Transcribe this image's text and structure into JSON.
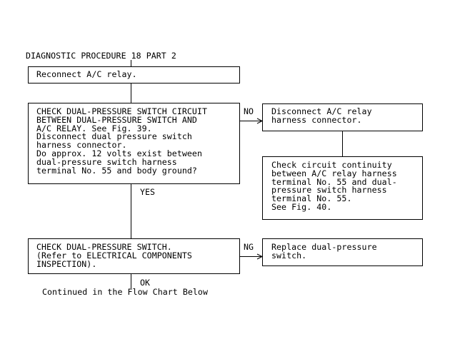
{
  "title": "DIAGNOSTIC PROCEDURE 18 PART 2",
  "steps": {
    "reconnect": [
      "Reconnect A/C relay."
    ],
    "check_circuit": [
      "CHECK DUAL-PRESSURE SWITCH CIRCUIT",
      "BETWEEN DUAL-PRESSURE SWITCH AND",
      "A/C RELAY. See Fig. 39.",
      "Disconnect dual pressure switch",
      "harness connector.",
      "Do approx. 12 volts exist between",
      "dual-pressure switch harness",
      "terminal No. 55 and body ground?"
    ],
    "disconnect_relay": [
      "Disconnect A/C relay",
      "harness connector."
    ],
    "continuity": [
      "Check circuit continuity",
      "between A/C relay harness",
      "terminal No. 55 and dual-",
      "pressure switch harness",
      "terminal No. 55.",
      "See Fig. 40."
    ],
    "check_switch": [
      "CHECK DUAL-PRESSURE SWITCH.",
      "(Refer to ELECTRICAL COMPONENTS",
      "INSPECTION)."
    ],
    "replace": [
      "Replace dual-pressure",
      "switch."
    ]
  },
  "labels": {
    "no": "NO",
    "yes": "YES",
    "ng": "NG",
    "ok": "OK",
    "continued": "Continued in the Flow Chart Below"
  }
}
